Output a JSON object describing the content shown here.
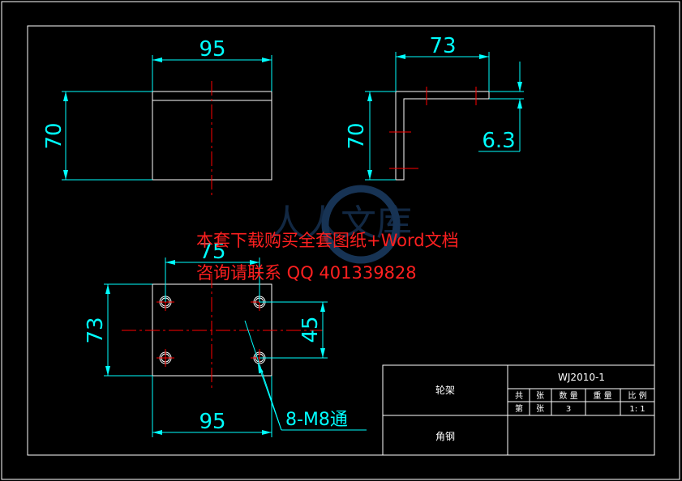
{
  "colors": {
    "background": "#000000",
    "outline": "#ffffff",
    "dimension": "#00ffff",
    "centerline": "#ff0000",
    "watermark": "#ff2020"
  },
  "dimensions": {
    "top_left_width": "95",
    "top_left_height": "70",
    "top_right_width": "73",
    "top_right_height": "70",
    "top_right_thickness": "6.3",
    "bottom_hole_spacing_x": "75",
    "bottom_height": "73",
    "bottom_hole_spacing_y": "45",
    "bottom_width": "95",
    "hole_note": "8-M8通"
  },
  "title_block": {
    "part_name": "轮架",
    "drawing_no": "WJ2010-1",
    "material": "角钢",
    "header_labels": [
      "共",
      "张",
      "数 量",
      "重 量",
      "比 例"
    ],
    "row_labels": [
      "第",
      "张"
    ],
    "quantity": "3",
    "weight": "",
    "scale": "1: 1"
  },
  "watermark": {
    "logo_text": "人人文库",
    "line1": "本套下载购买全套图纸+Word文档",
    "line2": "咨询请联系 QQ 401339828"
  }
}
